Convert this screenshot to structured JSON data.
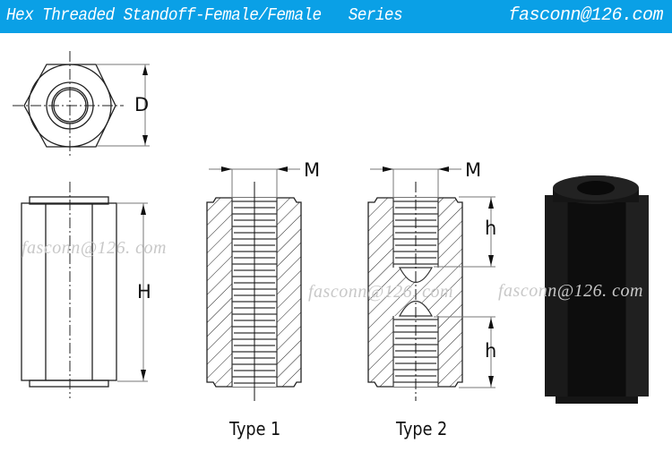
{
  "header": {
    "title": "Hex Threaded Standoff-Female/Female   Series",
    "email": "fasconn@126.com",
    "background_color": "#0aa0e6"
  },
  "dimensions": {
    "across_flats": "D",
    "height": "H",
    "thread": "M",
    "thread_depth": "h"
  },
  "views": {
    "top_view": "hex-end-view",
    "side_view": "hex-side-view",
    "type1_label": "Type 1",
    "type2_label": "Type 2",
    "photo": "black-hex-standoff-render"
  },
  "watermarks": [
    "fasconn@126. com",
    "fasconn@126. com",
    "fasconn@126. com"
  ]
}
